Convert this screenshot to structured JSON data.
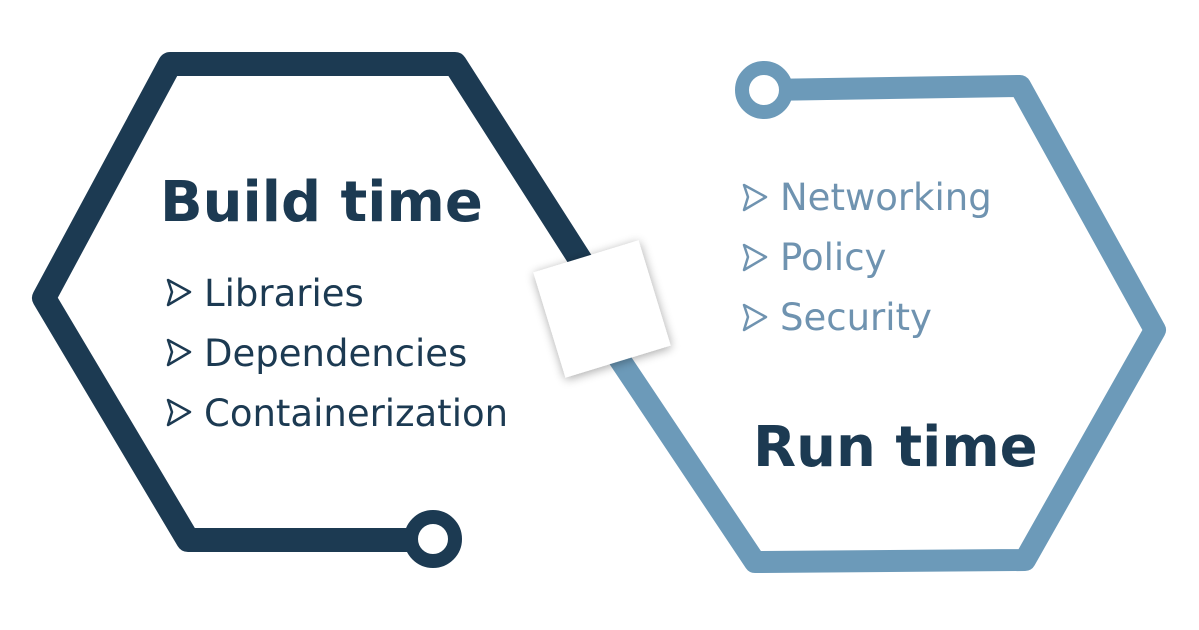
{
  "colors": {
    "build": "#1c3a52",
    "run_stroke": "#6c9ab9",
    "run_text": "#6f93b0",
    "connector_box": "#ffffff"
  },
  "build_time": {
    "title": "Build time",
    "items": [
      {
        "icon": "play-outline-icon",
        "label": "Libraries"
      },
      {
        "icon": "play-outline-icon",
        "label": "Dependencies"
      },
      {
        "icon": "play-outline-icon",
        "label": "Containerization"
      }
    ]
  },
  "run_time": {
    "title": "Run time",
    "items": [
      {
        "icon": "play-outline-icon",
        "label": "Networking"
      },
      {
        "icon": "play-outline-icon",
        "label": "Policy"
      },
      {
        "icon": "play-outline-icon",
        "label": "Security"
      }
    ]
  }
}
